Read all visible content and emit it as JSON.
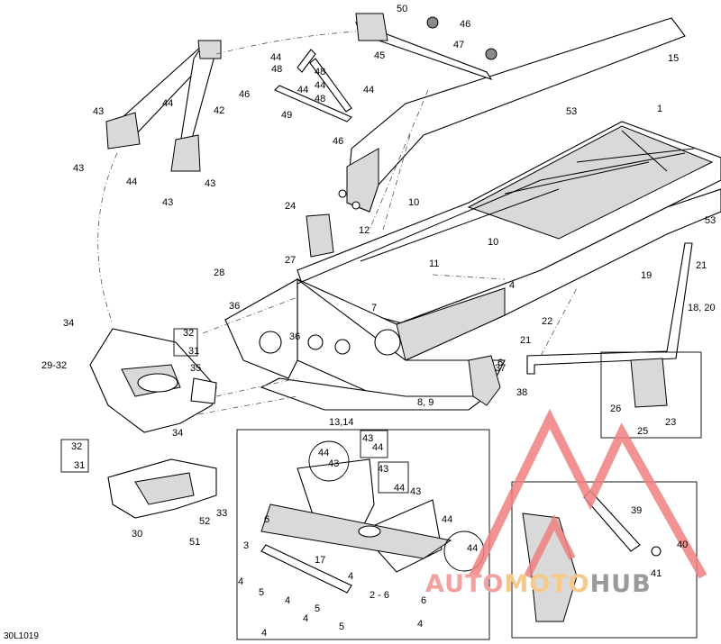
{
  "diagram": {
    "code": "30L1019",
    "callouts": [
      "1",
      "2 - 6",
      "3",
      "4",
      "4",
      "4",
      "4",
      "4",
      "4",
      "4",
      "5",
      "5",
      "5",
      "6",
      "6",
      "6",
      "7",
      "8, 9",
      "10",
      "10",
      "11",
      "12",
      "13,14",
      "15",
      "17",
      "18, 20",
      "19",
      "21",
      "21",
      "22",
      "23",
      "24",
      "25",
      "26",
      "27",
      "28",
      "29-32",
      "30",
      "31",
      "31",
      "32",
      "32",
      "33",
      "34",
      "34",
      "35",
      "36",
      "36",
      "37",
      "38",
      "39",
      "40",
      "41",
      "42",
      "43",
      "43",
      "43",
      "43",
      "43",
      "43",
      "43",
      "43",
      "44",
      "44",
      "44",
      "44",
      "44",
      "44",
      "44",
      "44",
      "44",
      "44",
      "44",
      "45",
      "46",
      "46",
      "46",
      "47",
      "48",
      "48",
      "48",
      "49",
      "50",
      "51",
      "52",
      "53",
      "53"
    ]
  },
  "watermark": {
    "text_1": "AUTO",
    "text_2": "MOTO",
    "text_3": "HUB",
    "colors": {
      "red": "#f08080",
      "orange": "#f5b45a",
      "gray": "#8c8c8c"
    }
  }
}
